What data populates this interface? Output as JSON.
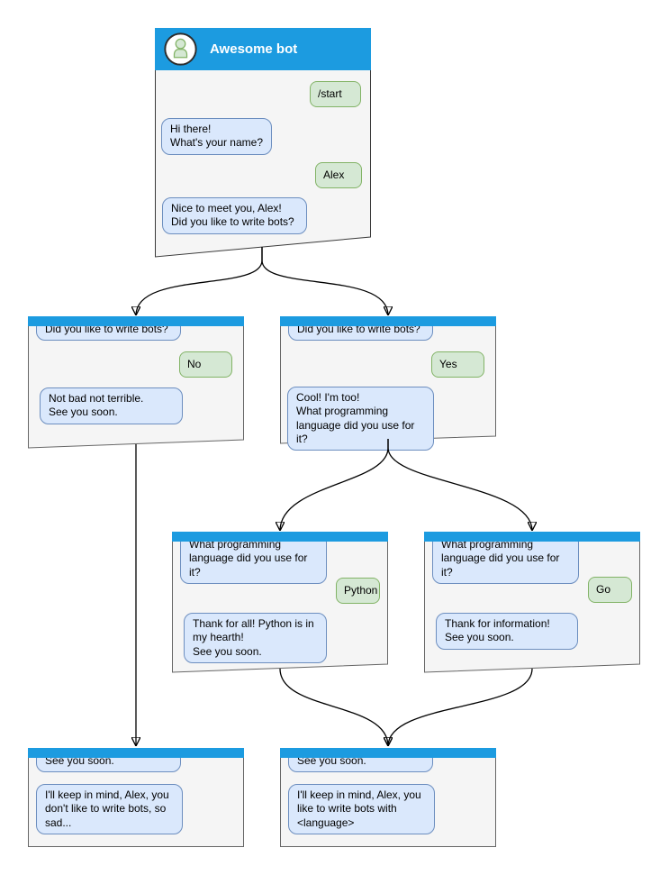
{
  "colors": {
    "header_blue": "#1c9be0",
    "window_fill": "#f5f5f5",
    "window_border": "#666666",
    "bot_bubble_fill": "#dae8fc",
    "bot_bubble_border": "#6c8ebf",
    "user_bubble_fill": "#d5e8d4",
    "user_bubble_border": "#82b366",
    "arrow": "#000000",
    "title_color": "#ffffff"
  },
  "windows": {
    "root": {
      "title": "Awesome bot",
      "avatar_icon": "person-icon",
      "messages": [
        {
          "from": "user",
          "text": "/start"
        },
        {
          "from": "bot",
          "text": "Hi there!\nWhat's your name?"
        },
        {
          "from": "user",
          "text": "Alex"
        },
        {
          "from": "bot",
          "text": "Nice to meet you, Alex!\nDid you like to write bots?"
        }
      ]
    },
    "branch_no": {
      "messages": [
        {
          "from": "bot",
          "text": "Did you like to write bots?"
        },
        {
          "from": "user",
          "text": "No"
        },
        {
          "from": "bot",
          "text": "Not bad not terrible.\nSee you soon."
        }
      ]
    },
    "branch_yes": {
      "messages": [
        {
          "from": "bot",
          "text": "Did you like to write bots?"
        },
        {
          "from": "user",
          "text": "Yes"
        },
        {
          "from": "bot",
          "text": "Cool! I'm too!\nWhat programming\nlanguage did you use for it?"
        }
      ]
    },
    "branch_python": {
      "messages": [
        {
          "from": "bot",
          "text": "What programming\nlanguage did you use for it?"
        },
        {
          "from": "user",
          "text": "Python"
        },
        {
          "from": "bot",
          "text": "Thank for all! Python is in\nmy hearth!\nSee you soon."
        }
      ]
    },
    "branch_go": {
      "messages": [
        {
          "from": "bot",
          "text": "What programming\nlanguage did you use for it?"
        },
        {
          "from": "user",
          "text": "Go"
        },
        {
          "from": "bot",
          "text": "Thank for information!\nSee you soon."
        }
      ]
    },
    "final_no": {
      "messages": [
        {
          "from": "bot",
          "text": "See you soon."
        },
        {
          "from": "bot",
          "text": "I'll keep in mind, Alex, you\ndon't like to write bots, so\nsad..."
        }
      ]
    },
    "final_yes": {
      "messages": [
        {
          "from": "bot",
          "text": "See you soon."
        },
        {
          "from": "bot",
          "text": "I'll keep in mind, Alex, you\nlike to write bots with\n<language>"
        }
      ]
    }
  },
  "edges": [
    {
      "from": "root",
      "to": "branch_no"
    },
    {
      "from": "root",
      "to": "branch_yes"
    },
    {
      "from": "branch_yes",
      "to": "branch_python"
    },
    {
      "from": "branch_yes",
      "to": "branch_go"
    },
    {
      "from": "branch_no",
      "to": "final_no"
    },
    {
      "from": "branch_python",
      "to": "final_yes"
    },
    {
      "from": "branch_go",
      "to": "final_yes"
    }
  ]
}
